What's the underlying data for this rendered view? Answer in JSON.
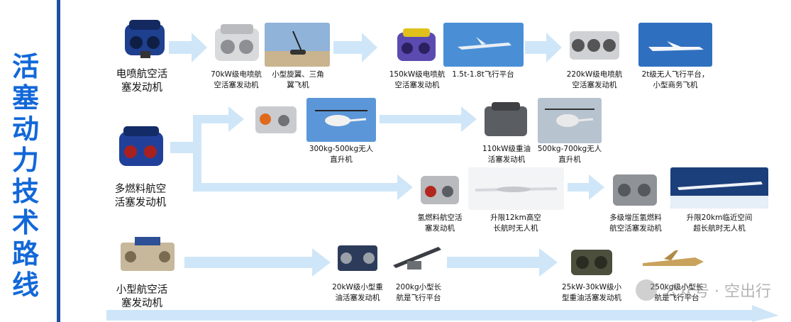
{
  "sidebar": {
    "title_chars": [
      "活",
      "塞",
      "动",
      "力",
      "技",
      "术",
      "路",
      "线"
    ]
  },
  "rows": {
    "row1": {
      "main_label_line1": "电喷航空活",
      "main_label_line2": "塞发动机",
      "items": [
        {
          "line1": "70kW级电喷航",
          "line2": "空活塞发动机"
        },
        {
          "line1": "小型旋翼、三角",
          "line2": "翼飞机"
        },
        {
          "line1": "150kW级电喷航",
          "line2": "空活塞发动机"
        },
        {
          "line1": "1.5t-1.8t飞行平台",
          "line2": ""
        },
        {
          "line1": "220kW级电喷航",
          "line2": "空活塞发动机"
        },
        {
          "line1": "2t级无人飞行平台，",
          "line2": "小型商务飞机"
        }
      ]
    },
    "row2": {
      "main_label_line1": "多燃料航空",
      "main_label_line2": "活塞发动机",
      "upper_items": [
        {
          "line1": "300kg-500kg无人",
          "line2": "直升机"
        },
        {
          "line1": "110kW级重油",
          "line2": "活塞发动机"
        },
        {
          "line1": "500kg-700kg无人",
          "line2": "直升机"
        }
      ],
      "lower_items": [
        {
          "line1": "氢燃料航空活",
          "line2": "塞发动机"
        },
        {
          "line1": "升限12km高空",
          "line2": "长航时无人机"
        },
        {
          "line1": "多级增压氢燃料",
          "line2": "航空活塞发动机"
        },
        {
          "line1": "升限20km临近空间",
          "line2": "超长航时无人机"
        }
      ]
    },
    "row3": {
      "main_label_line1": "小型航空活",
      "main_label_line2": "塞发动机",
      "items": [
        {
          "line1": "20kW级小型重",
          "line2": "油活塞发动机"
        },
        {
          "line1": "200kg小型长",
          "line2": "航是飞行平台"
        },
        {
          "line1": "25kW-30kW级小",
          "line2": "型重油活塞发动机"
        },
        {
          "line1": "250kg级小型长",
          "line2": "航是飞行平台"
        }
      ]
    }
  },
  "watermark": {
    "text": "公众号 · 空出行"
  },
  "colors": {
    "arrow": "#cfe6f8",
    "title": "#1268d8",
    "divider": "#1d4fa3",
    "sky": "#4a8fd6"
  }
}
